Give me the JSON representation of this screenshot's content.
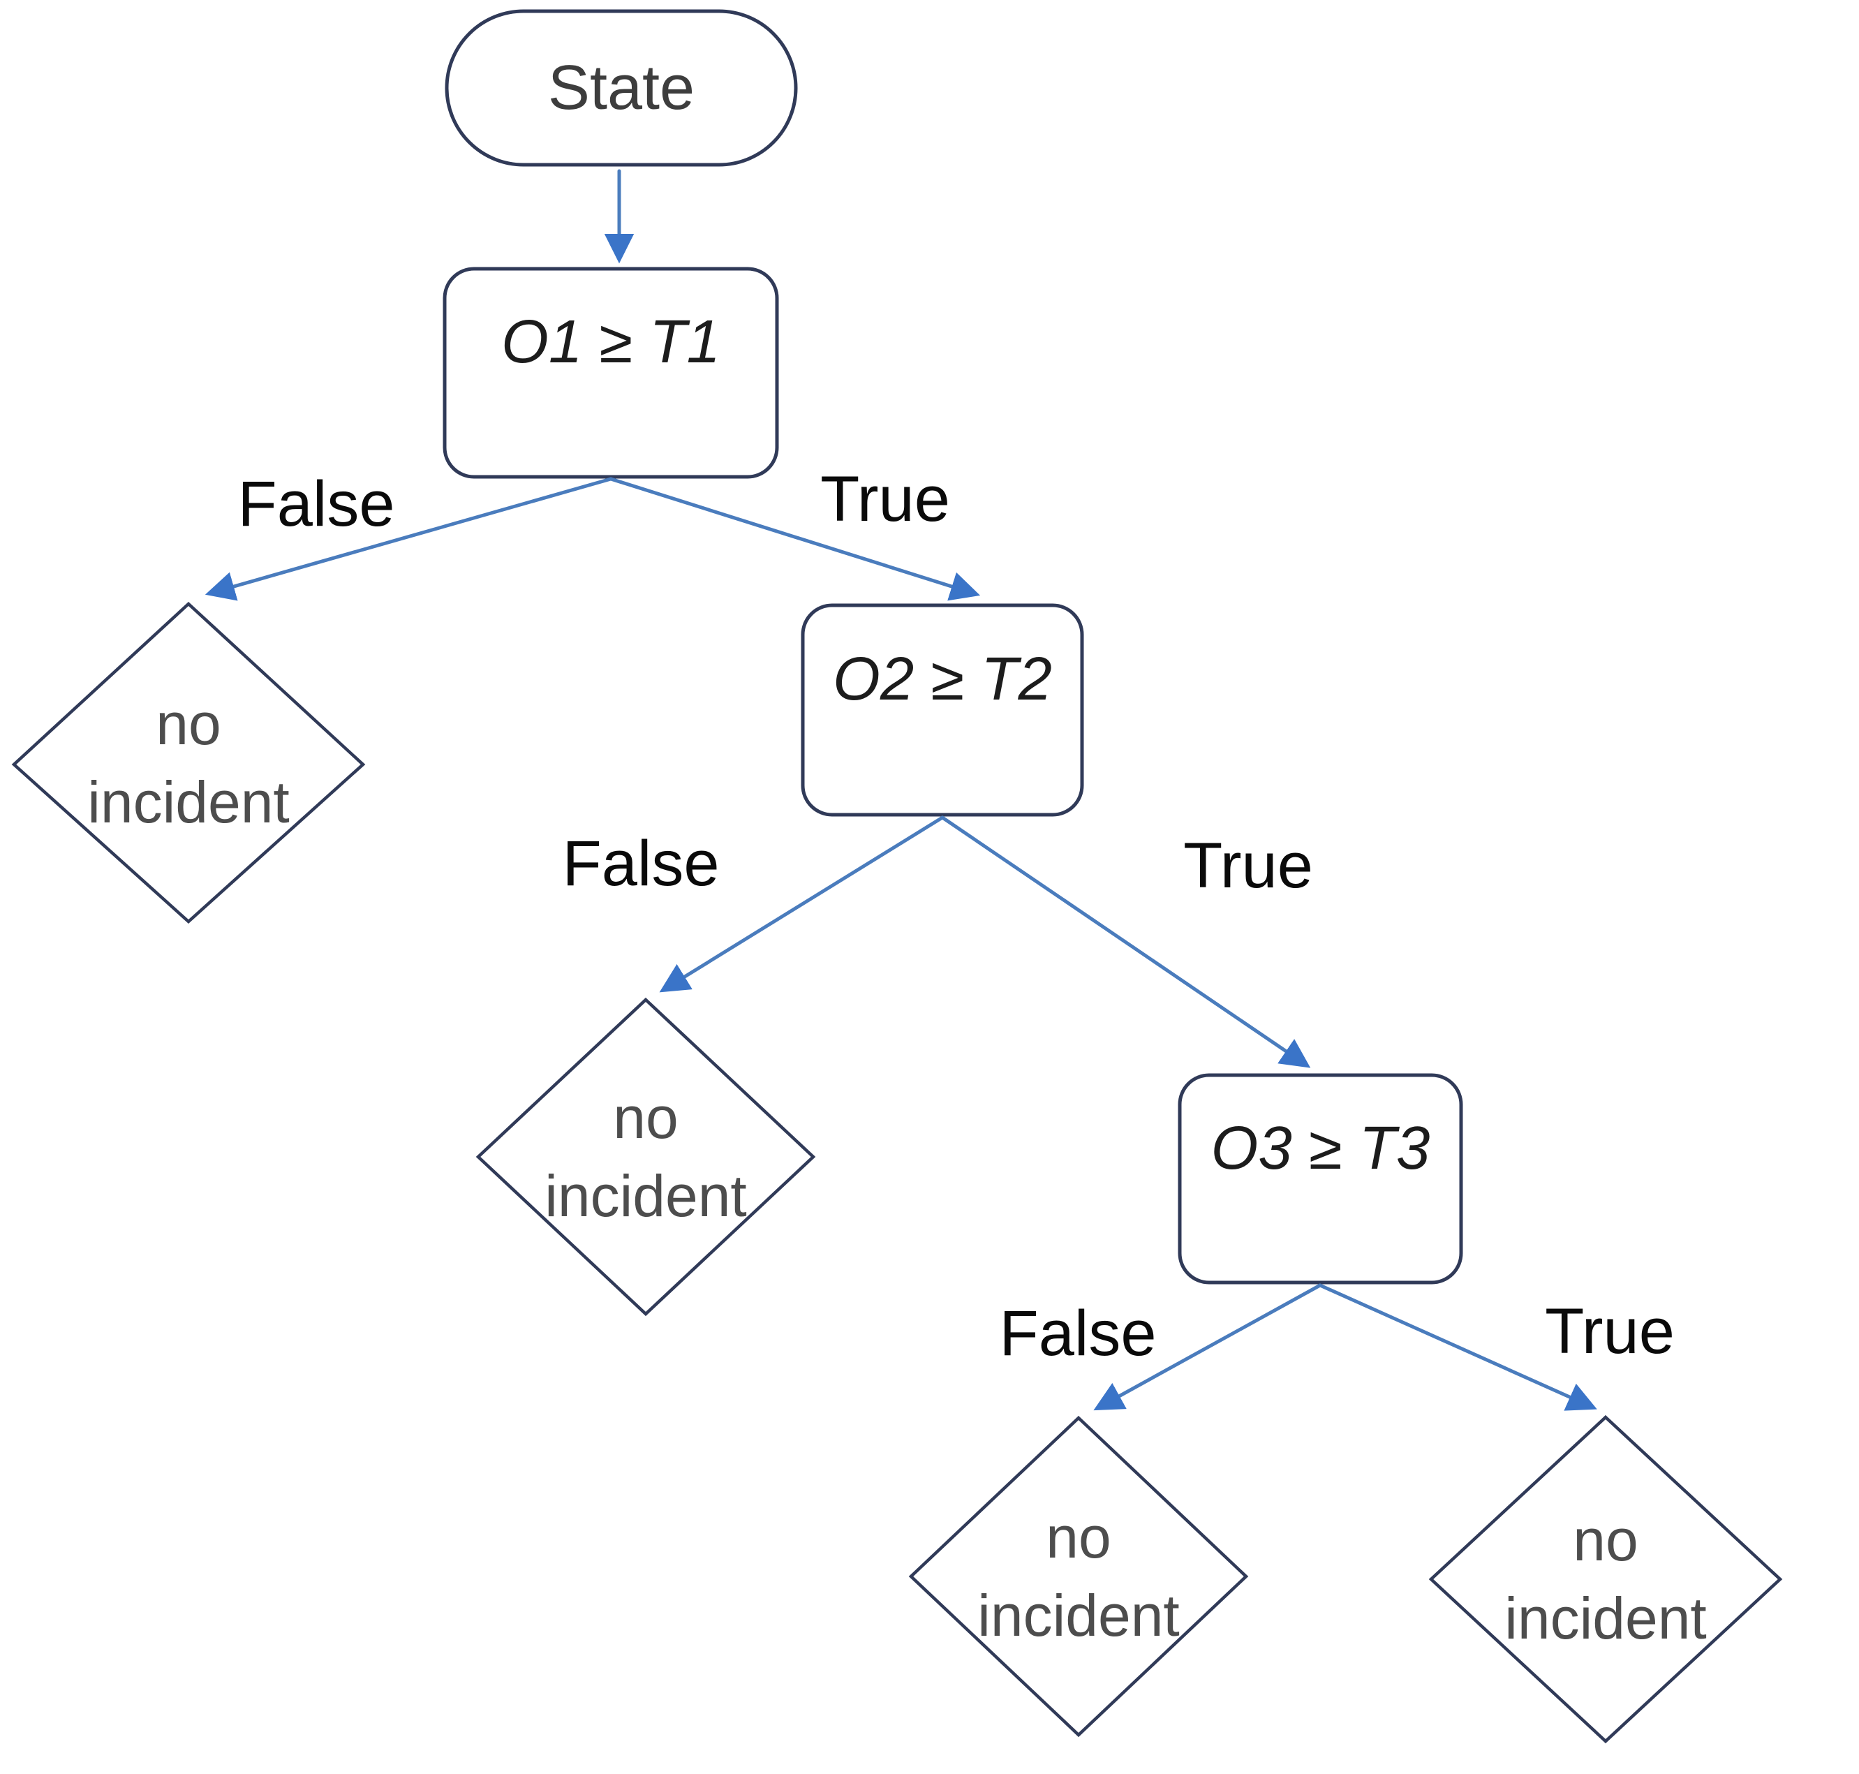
{
  "diagram": {
    "type": "decision-tree-flowchart",
    "colors": {
      "background": "#ffffff",
      "connector": "#4a7cbd",
      "arrowhead": "#3a74c8",
      "node_border": "#303a58",
      "node_fill": "#ffffff",
      "start_text": "#3d3d3d",
      "condition_text": "#1c1c1c",
      "leaf_text": "#4d4d4d",
      "branch_text": "#0a0a0a"
    },
    "start_node": {
      "id": "state",
      "shape": "stadium",
      "label": "State"
    },
    "decision_nodes": [
      {
        "id": "o1",
        "shape": "rounded-rect",
        "label": "O1 ≥ T1"
      },
      {
        "id": "o2",
        "shape": "rounded-rect",
        "label": "O2 ≥ T2"
      },
      {
        "id": "o3",
        "shape": "rounded-rect",
        "label": "O3 ≥ T3"
      }
    ],
    "leaf_nodes": [
      {
        "id": "leaf-1",
        "shape": "diamond",
        "line1": "no",
        "line2": "incident"
      },
      {
        "id": "leaf-2",
        "shape": "diamond",
        "line1": "no",
        "line2": "incident"
      },
      {
        "id": "leaf-3",
        "shape": "diamond",
        "line1": "no",
        "line2": "incident"
      },
      {
        "id": "leaf-4",
        "shape": "diamond",
        "line1": "no",
        "line2": "incident"
      }
    ],
    "edges": [
      {
        "from": "state",
        "to": "o1",
        "label": ""
      },
      {
        "from": "o1",
        "to": "leaf-1",
        "label": "False"
      },
      {
        "from": "o1",
        "to": "o2",
        "label": "True"
      },
      {
        "from": "o2",
        "to": "leaf-2",
        "label": "False"
      },
      {
        "from": "o2",
        "to": "o3",
        "label": "True"
      },
      {
        "from": "o3",
        "to": "leaf-3",
        "label": "False"
      },
      {
        "from": "o3",
        "to": "leaf-4",
        "label": "True"
      }
    ]
  }
}
